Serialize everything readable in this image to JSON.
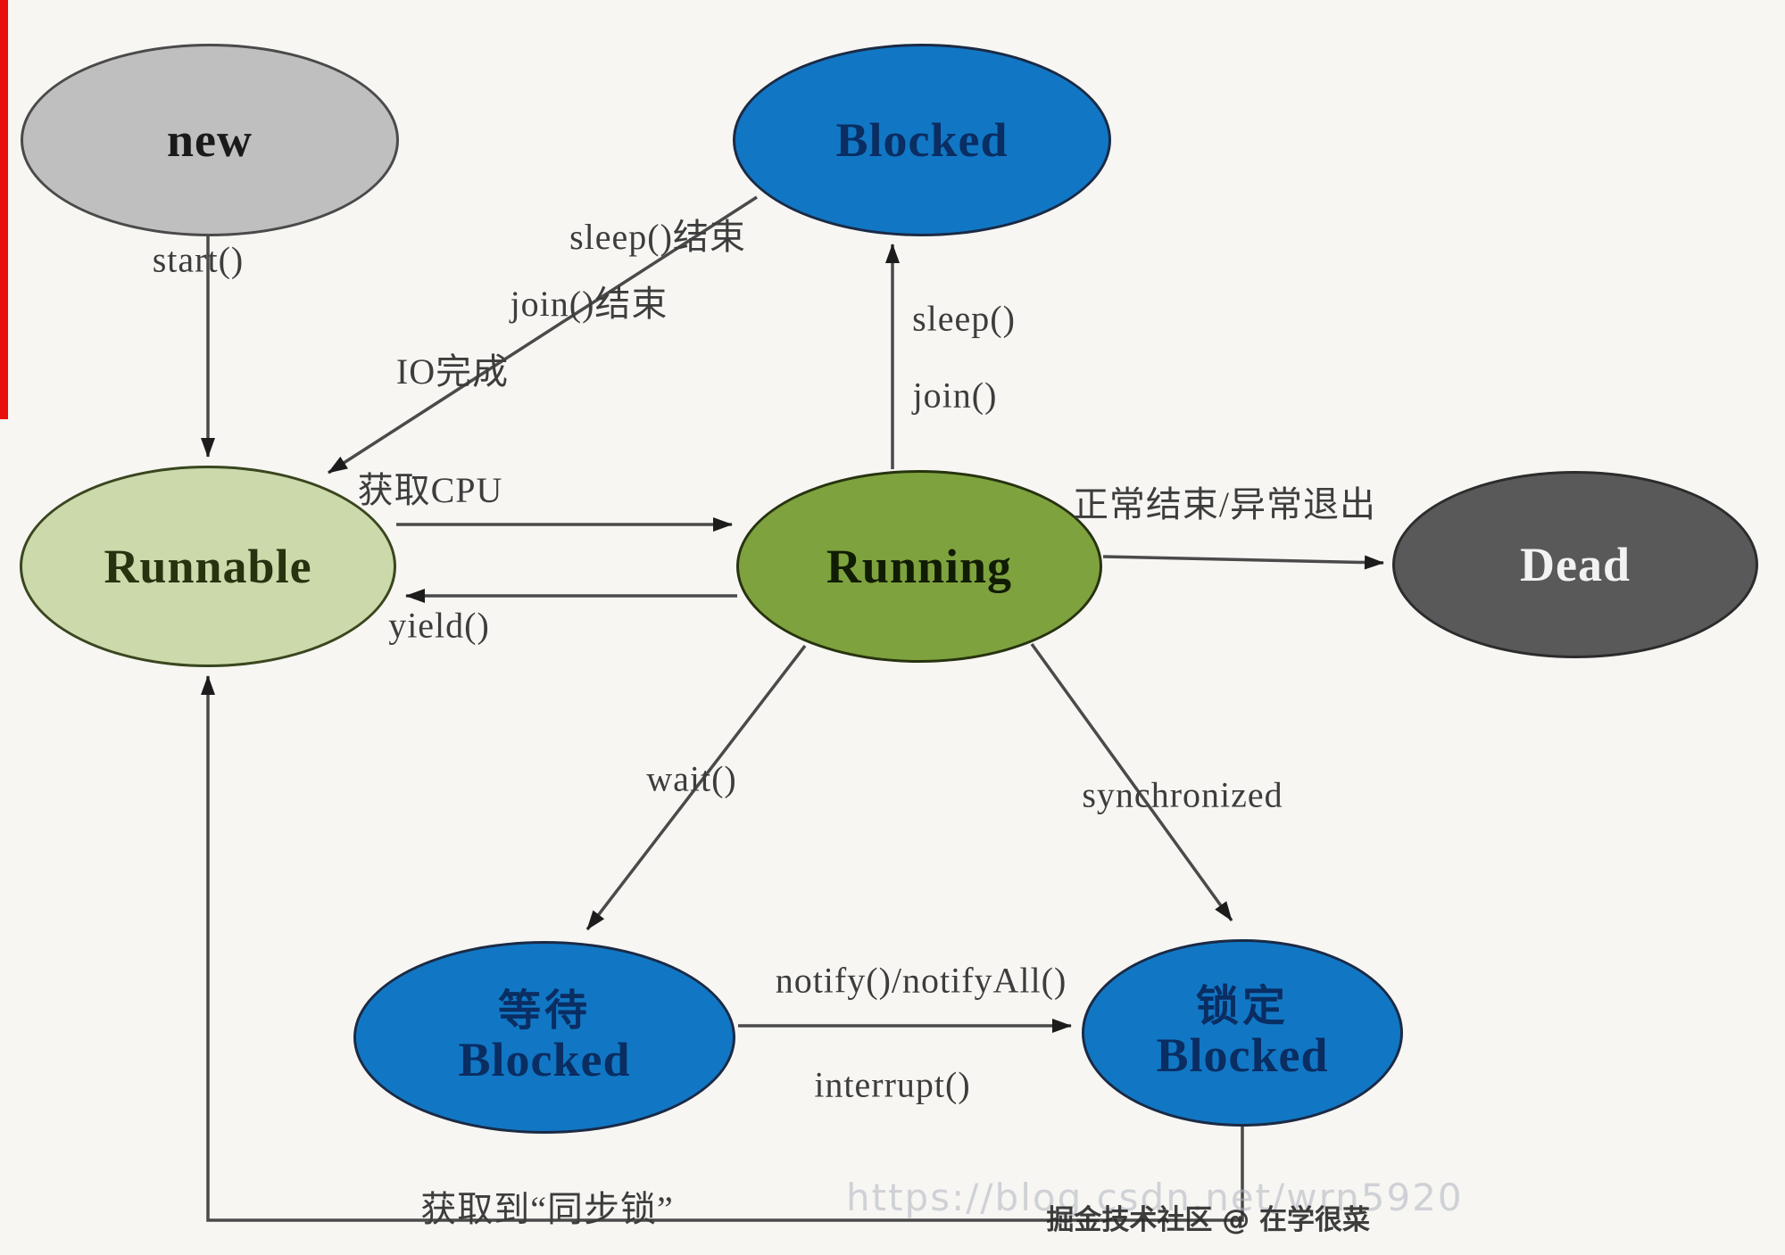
{
  "nodes": {
    "new": {
      "label": "new",
      "fill": "#bfbfbf",
      "text": "#1a1a1a"
    },
    "blocked_top": {
      "label": "Blocked",
      "fill": "#1177c4",
      "text": "#0a2d62"
    },
    "runnable": {
      "label": "Runnable",
      "fill": "#ccd9ab",
      "text": "#26330f"
    },
    "running": {
      "label": "Running",
      "fill": "#7ea23e",
      "text": "#101c04"
    },
    "dead": {
      "label": "Dead",
      "fill": "#595959",
      "text": "#f2f2f2"
    },
    "wait_blocked": {
      "line1": "等待",
      "line2": "Blocked",
      "fill": "#1177c4",
      "text": "#0a2d62"
    },
    "lock_blocked": {
      "line1": "锁定",
      "line2": "Blocked",
      "fill": "#1177c4",
      "text": "#0a2d62"
    }
  },
  "edges": {
    "start": {
      "label": "start()"
    },
    "sleep_done": {
      "label": "sleep()结束"
    },
    "join_done": {
      "label": "join()结束"
    },
    "io_done": {
      "label": "IO完成"
    },
    "get_cpu": {
      "label": "获取CPU"
    },
    "yield": {
      "label": "yield()"
    },
    "sleep": {
      "label": "sleep()"
    },
    "join": {
      "label": "join()"
    },
    "exit": {
      "label": "正常结束/异常退出"
    },
    "wait": {
      "label": "wait()"
    },
    "synchronized": {
      "label": "synchronized"
    },
    "notify": {
      "label": "notify()/notifyAll()"
    },
    "interrupt": {
      "label": "interrupt()"
    },
    "acquire_lock": {
      "label": "获取到“同步锁”"
    }
  },
  "watermarks": {
    "url": "https://blog.csdn.net/wrn5920",
    "community": "掘金技术社区 @ 在学很菜"
  },
  "colors": {
    "line": "#4a4a4a",
    "arrowhead": "#1c1c1c",
    "left_strip_red": "#e8100c"
  }
}
